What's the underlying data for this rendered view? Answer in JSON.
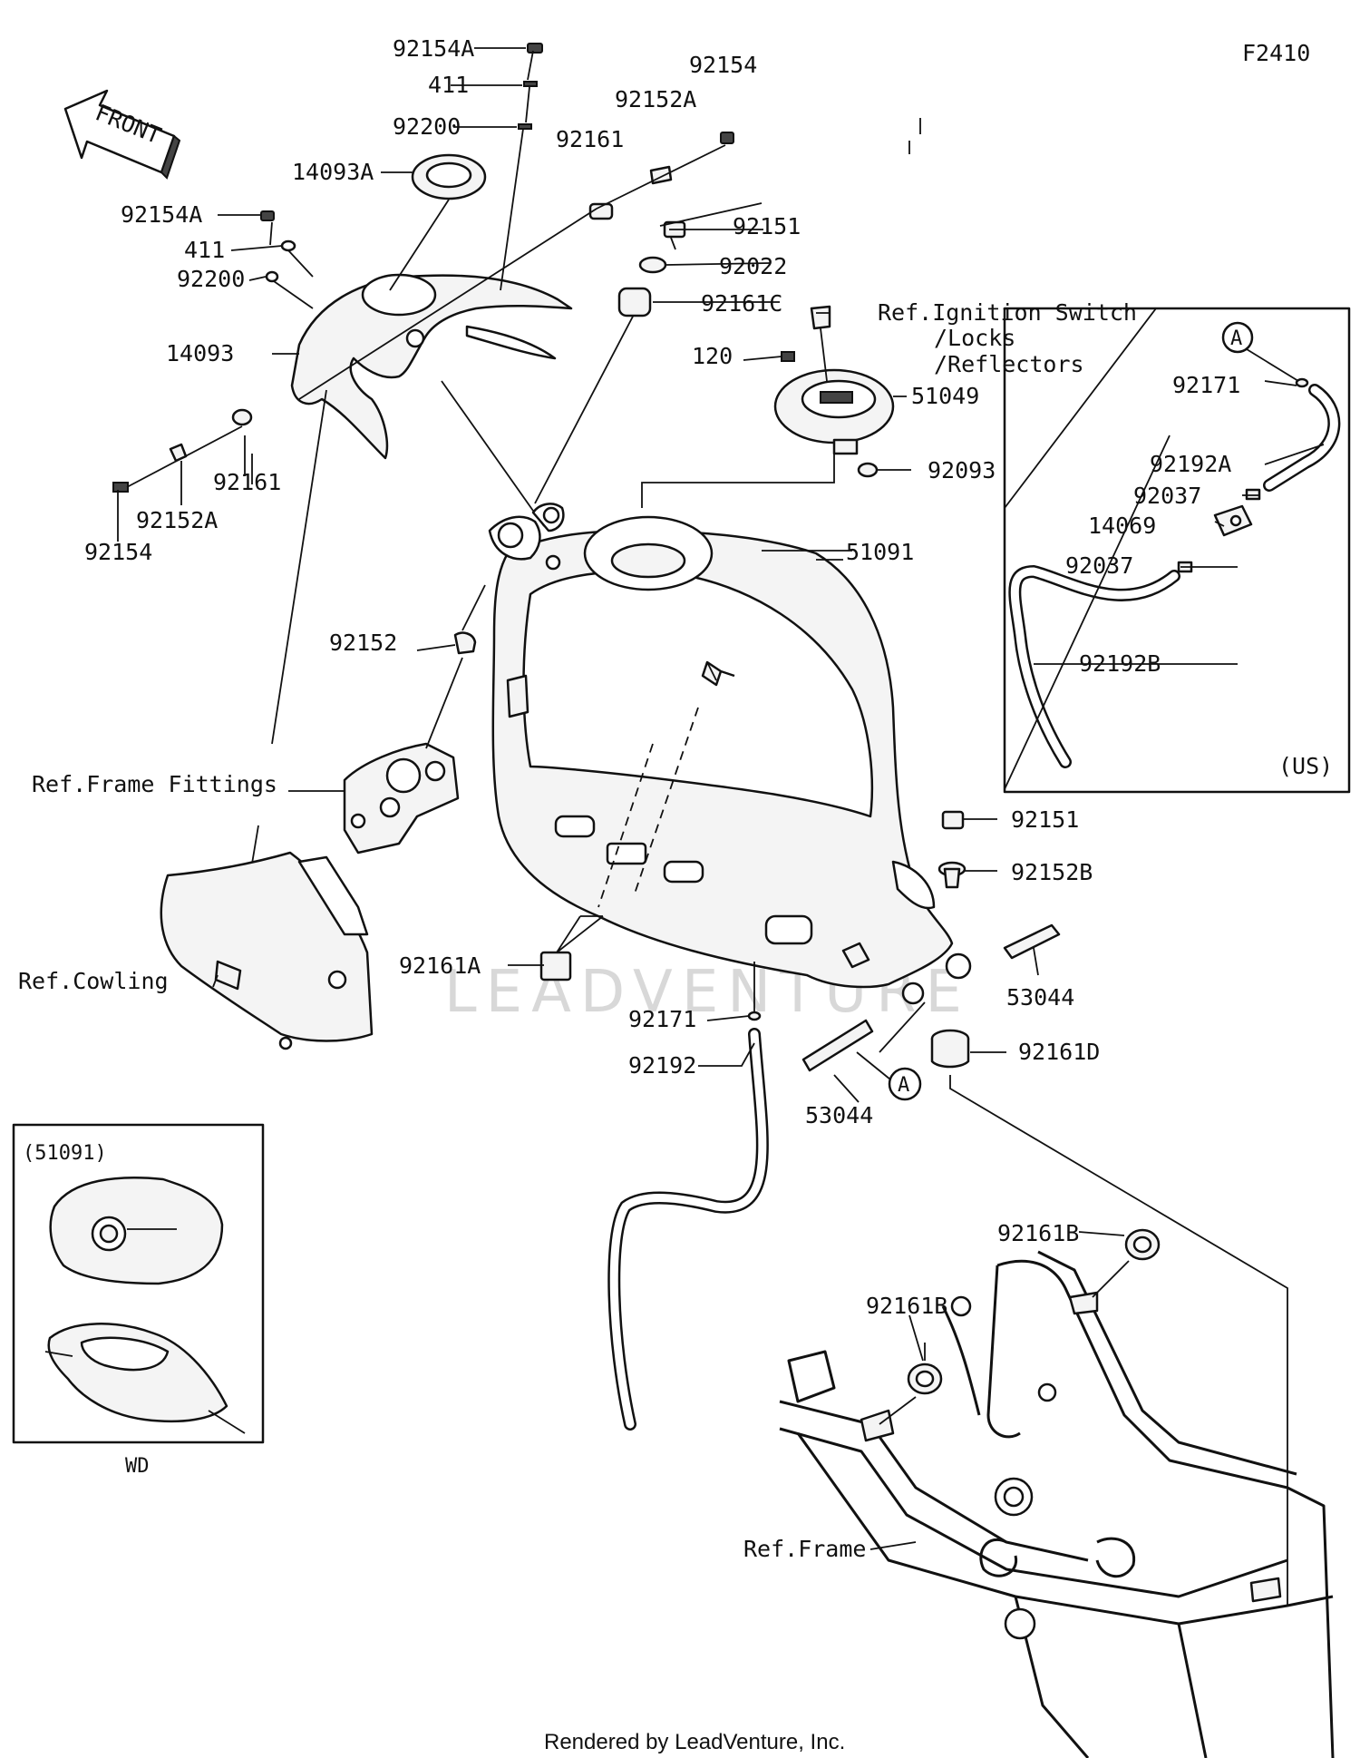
{
  "figure_code": "F2410",
  "front_arrow": "FRONT",
  "watermark": "LEADVENTURE",
  "footer": "Rendered by LeadVenture, Inc.",
  "callouts": {
    "p92154A_top": "92154A",
    "p411_top": "411",
    "p92200_top": "92200",
    "p14093A": "14093A",
    "p92154A_left": "92154A",
    "p411_left": "411",
    "p92200_left": "92200",
    "p14093": "14093",
    "p92161_right": "92161",
    "p92152A_right": "92152A",
    "p92154_right": "92154",
    "p92151_top": "92151",
    "p92022": "92022",
    "p92161C": "92161C",
    "p120": "120",
    "p51049": "51049",
    "p92093": "92093",
    "p92154_left": "92154",
    "p92152A_left": "92152A",
    "p92161_left": "92161",
    "p51091": "51091",
    "p92152": "92152",
    "p92161A": "92161A",
    "p92151_mid": "92151",
    "p92152B": "92152B",
    "p53044_right": "53044",
    "p92171": "92171",
    "p92192": "92192",
    "p53044_bottom": "53044",
    "p92161D": "92161D",
    "p92161B_right": "92161B",
    "p92161B_left": "92161B"
  },
  "refs": {
    "ignition_1": "Ref.Ignition Switch",
    "ignition_2": "/Locks",
    "ignition_3": "/Reflectors",
    "frame_fittings": "Ref.Frame Fittings",
    "cowling": "Ref.Cowling",
    "frame": "Ref.Frame"
  },
  "us_box": {
    "marker": "A",
    "region": "(US)",
    "p92171": "92171",
    "p92192A": "92192A",
    "p92037_a": "92037",
    "p14069": "14069",
    "p92037_b": "92037",
    "p92192B": "92192B"
  },
  "connector_marker": "A",
  "variant_box": {
    "part": "(51091)",
    "variant": "WD"
  }
}
